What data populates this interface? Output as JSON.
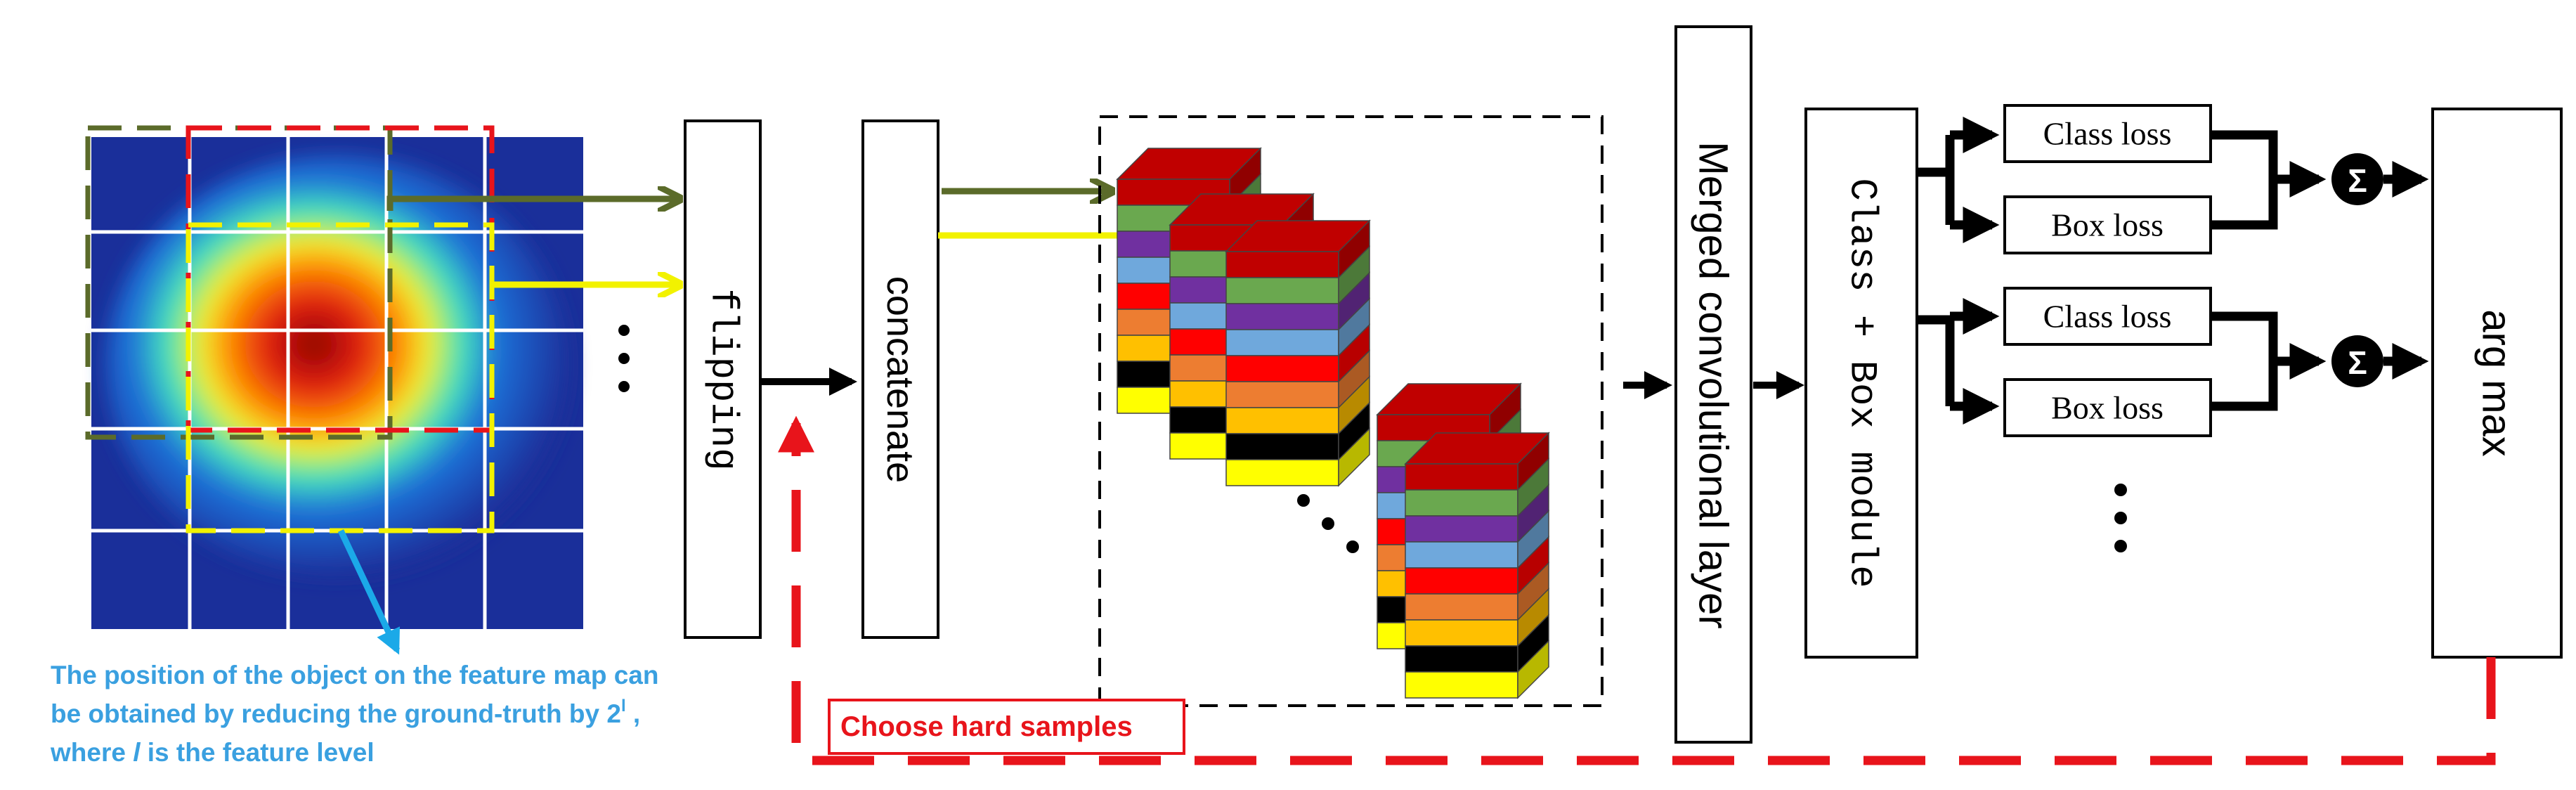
{
  "feature_map": {
    "caption_line1": "The position of the object on the feature map can",
    "caption_line2_a": "be obtained by reducing the ground-truth by 2",
    "caption_sup": "l",
    "caption_line2_b": " ,",
    "caption_line3_a": "where ",
    "caption_italic": "l",
    "caption_line3_b": " is the feature level",
    "caption_color": "#3aa0e0"
  },
  "blocks": {
    "flipping": "flipping",
    "concatenate": "concatenate",
    "merged": "Merged convolutional layer",
    "class_box_module": "Class + Box module",
    "argmax": "arg max"
  },
  "losses": {
    "class_loss_1": "Class loss",
    "box_loss_1": "Box loss",
    "class_loss_2": "Class loss",
    "box_loss_2": "Box loss",
    "sum_symbol": "Σ"
  },
  "feedback": {
    "label": "Choose hard samples",
    "color": "#e8141b"
  },
  "colors": {
    "olive_arrow": "#5b6b2a",
    "yellow_arrow": "#f2f200",
    "cyan_arrow": "#1ba9e8",
    "stack_layers": [
      "#6aa84f",
      "#7030a0",
      "#6fa8dc",
      "#ff0000",
      "#ed7d31",
      "#ffc000",
      "#000000",
      "#ffff00"
    ],
    "stack_top": "#c00000"
  }
}
